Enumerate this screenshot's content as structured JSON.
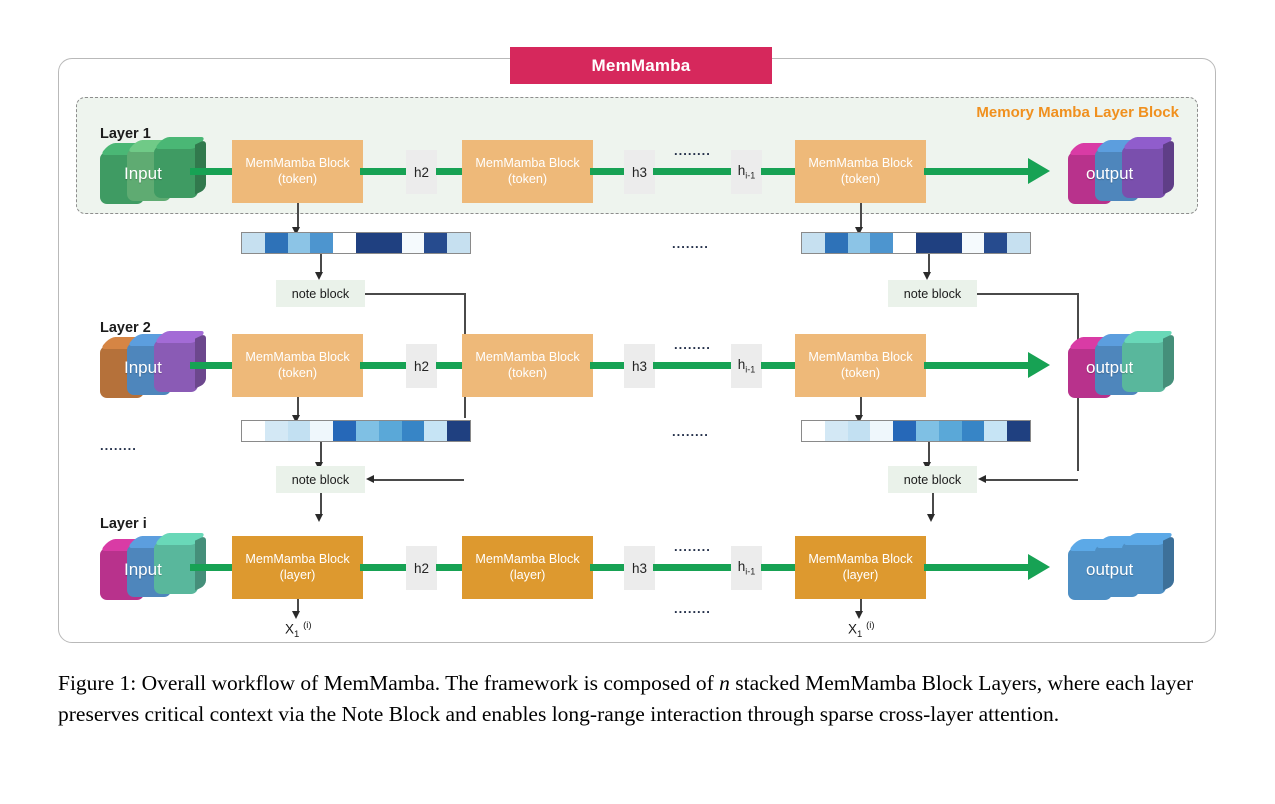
{
  "figure": {
    "title": "MemMamba",
    "memory_region_title": "Memory Mamba Layer Block",
    "title_color": "#d6285c",
    "memory_title_color": "#f0901e",
    "flow_color": "#17a254",
    "token_block_color": "#eeb979",
    "layer_block_color": "#dd992f"
  },
  "labels": {
    "layer1": "Layer 1",
    "layer2": "Layer 2",
    "layeri": "Layer i",
    "input": "Input",
    "output": "output",
    "note_block": "note block",
    "ellipsis": "........",
    "block_token_line1": "MemMamba Block",
    "block_token_line2": "(token)",
    "block_layer_line1": "MemMamba Block",
    "block_layer_line2": "(layer)",
    "h2": "h2",
    "h3": "h3",
    "hi_base": "h",
    "hi_sub": "i-1",
    "x_base": "X",
    "x_sub": "1",
    "x_sup": "(i)"
  },
  "rows": [
    {
      "name": "layer-1",
      "label": "Layer 1",
      "block_kind": "token",
      "input_cube_colors": [
        "#3f9b63",
        "#5fab72",
        "#3f9b63"
      ],
      "output_cube_colors": [
        "#b8328c",
        "#4e86bc",
        "#7a4fad"
      ],
      "blocks": [
        "MemMamba Block",
        "MemMamba Block",
        "MemMamba Block"
      ]
    },
    {
      "name": "layer-2",
      "label": "Layer 2",
      "block_kind": "token",
      "input_cube_colors": [
        "#b5713a",
        "#4e86bc",
        "#8a5bb5"
      ],
      "output_cube_colors": [
        "#b8328c",
        "#4e86bc",
        "#59b79c"
      ],
      "blocks": [
        "MemMamba Block",
        "MemMamba Block",
        "MemMamba Block"
      ]
    },
    {
      "name": "layer-i",
      "label": "Layer i",
      "block_kind": "layer",
      "input_cube_colors": [
        "#b8328c",
        "#4e86bc",
        "#59b79c"
      ],
      "output_cube_colors": [
        "#4e8fc4",
        "#4e8fc4",
        "#4e8fc4"
      ],
      "blocks": [
        "MemMamba Block",
        "MemMamba Block",
        "MemMamba Block"
      ]
    }
  ],
  "heatmaps": [
    {
      "name": "layer1-left",
      "cells": [
        "#c6e0f0",
        "#2e72b8",
        "#8cc4e6",
        "#4d95cf",
        "#ffffff",
        "#1f4080",
        "#1f4080",
        "#f5fafd",
        "#264b8e",
        "#c6e0f0"
      ]
    },
    {
      "name": "layer1-right",
      "cells": [
        "#c6e0f0",
        "#2e72b8",
        "#8cc4e6",
        "#4d95cf",
        "#ffffff",
        "#1f4080",
        "#1f4080",
        "#f5fafd",
        "#264b8e",
        "#c6e0f0"
      ]
    },
    {
      "name": "layer2-left",
      "cells": [
        "#ffffff",
        "#d3e8f5",
        "#c2e0f2",
        "#eff7fc",
        "#2668b8",
        "#7fc0e4",
        "#5aa8d8",
        "#3785c6",
        "#c6e4f5",
        "#1f4080"
      ]
    },
    {
      "name": "layer2-right",
      "cells": [
        "#ffffff",
        "#d3e8f5",
        "#c2e0f2",
        "#eff7fc",
        "#2668b8",
        "#7fc0e4",
        "#5aa8d8",
        "#3785c6",
        "#c6e4f5",
        "#1f4080"
      ]
    }
  ],
  "caption": {
    "part1": "Figure 1: Overall workflow of MemMamba. The framework is composed of ",
    "math_n": "n",
    "part2": " stacked MemMamba Block Layers, where each layer preserves critical context via the Note Block and enables long-range interaction through sparse cross-layer attention."
  }
}
